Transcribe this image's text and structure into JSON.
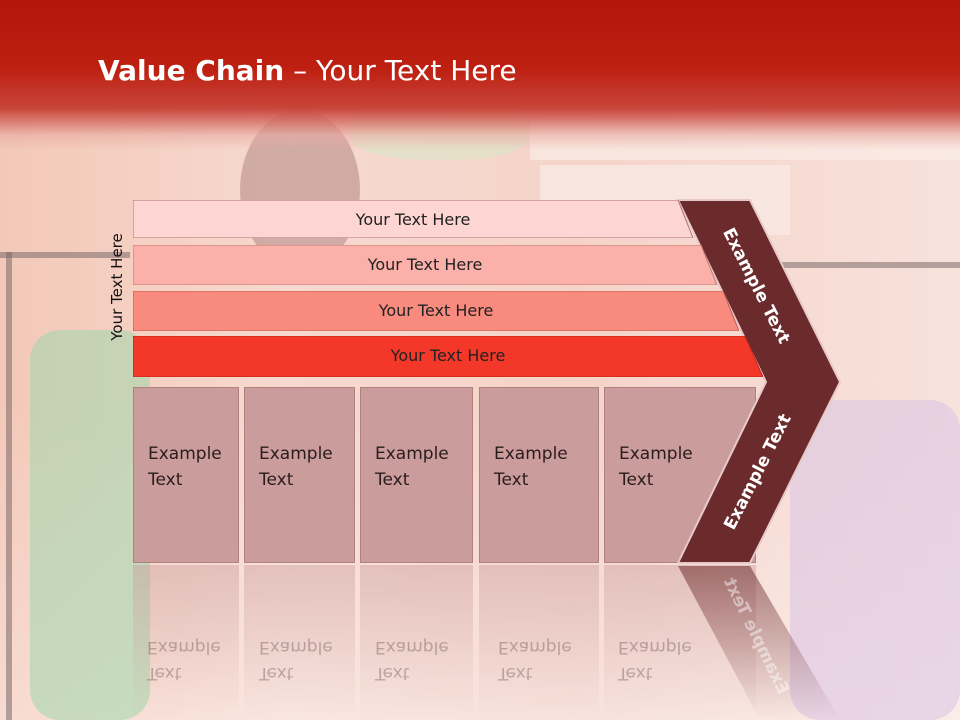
{
  "slide": {
    "title_bold": "Value Chain",
    "title_rest": " – Your Text Here",
    "side_label": "Your Text Here"
  },
  "bars": [
    {
      "label": "Your Text Here",
      "color": "#fdd5d3"
    },
    {
      "label": "Your Text Here",
      "color": "#fbb0a9"
    },
    {
      "label": "Your Text Here",
      "color": "#f88a7e"
    },
    {
      "label": "Your Text Here",
      "color": "#f3382a"
    }
  ],
  "boxes": [
    {
      "line1": "Example",
      "line2": "Text"
    },
    {
      "line1": "Example",
      "line2": "Text"
    },
    {
      "line1": "Example",
      "line2": "Text"
    },
    {
      "line1": "Example",
      "line2": "Text"
    },
    {
      "line1": "Example",
      "line2": "Text"
    }
  ],
  "chevron": {
    "upper_label": "Example Text",
    "lower_label": "Example Text",
    "color": "#6b2a2c"
  }
}
